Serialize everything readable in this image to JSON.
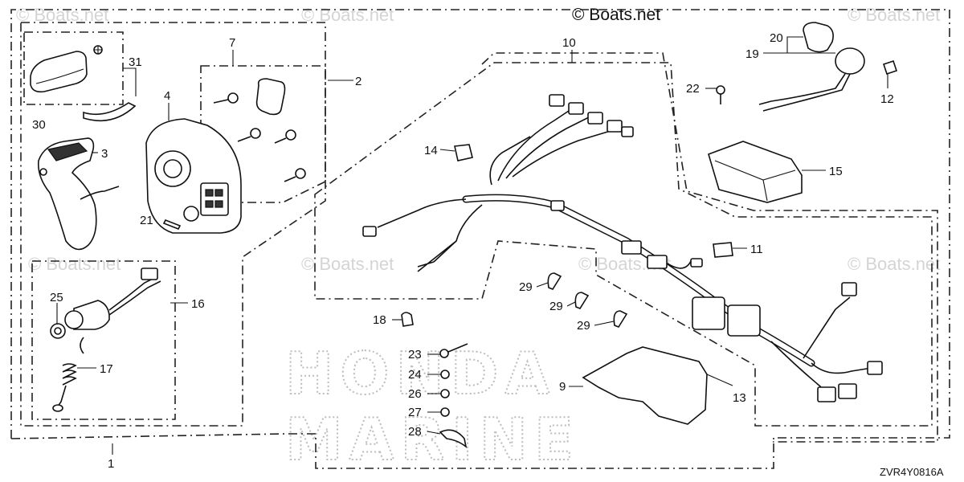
{
  "watermarks": {
    "top_left": "© Boats.net",
    "top_right": "© Boats.net",
    "mid_left": "© Boats.net",
    "mid_center": "© Boats.net",
    "mid_right": "© Boats.net",
    "mid_harness": "© Boats.net"
  },
  "copyright": "© Boats.net",
  "diagram_code": "ZVR4Y0816A",
  "background_logo": {
    "line1": "HONDA",
    "line2": "MARINE"
  },
  "callouts": {
    "c1": "1",
    "c2": "2",
    "c3": "3",
    "c4": "4",
    "c7": "7",
    "c9": "9",
    "c10": "10",
    "c11": "11",
    "c12": "12",
    "c13": "13",
    "c14": "14",
    "c15": "15",
    "c16": "16",
    "c17": "17",
    "c18": "18",
    "c19": "19",
    "c20": "20",
    "c21": "21",
    "c22": "22",
    "c23": "23",
    "c24": "24",
    "c25": "25",
    "c26": "26",
    "c27": "27",
    "c28": "28",
    "c29a": "29",
    "c29b": "29",
    "c29c": "29",
    "c30": "30",
    "c31": "31"
  },
  "colors": {
    "line": "#111111",
    "watermark": "#d4d4d4",
    "logo_dots": "#bdbdbd"
  }
}
